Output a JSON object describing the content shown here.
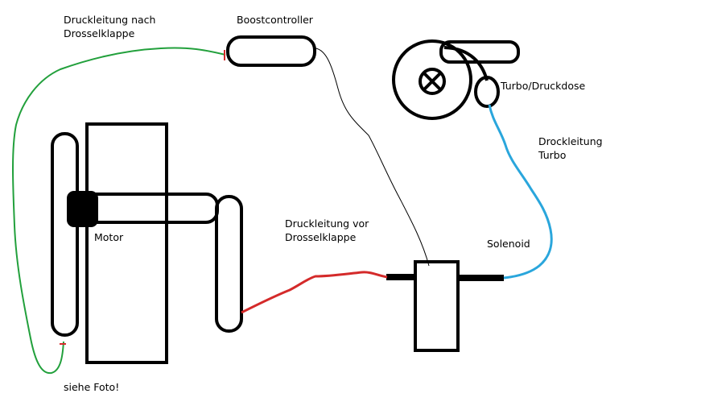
{
  "labels": {
    "pressure_line_to_throttle": [
      "Druckleitung nach",
      "Drosselklappe"
    ],
    "boost_controller": "Boostcontroller",
    "turbo_wastegate": "Turbo/Druckdose",
    "pressure_line_turbo": [
      "Drockleitung",
      "Turbo"
    ],
    "motor": "Motor",
    "pressure_line_before_throttle": [
      "Druckleitung vor",
      "Drosselklappe"
    ],
    "solenoid": "Solenoid",
    "see_photo": "siehe Foto!"
  },
  "colors": {
    "outline": "#000000",
    "line_to_throttle": "#22a03c",
    "line_before_throttle": "#d42a2a",
    "line_turbo": "#2aa6dc",
    "signal_wire": "#000000",
    "connector_marks": "#d42a2a"
  }
}
